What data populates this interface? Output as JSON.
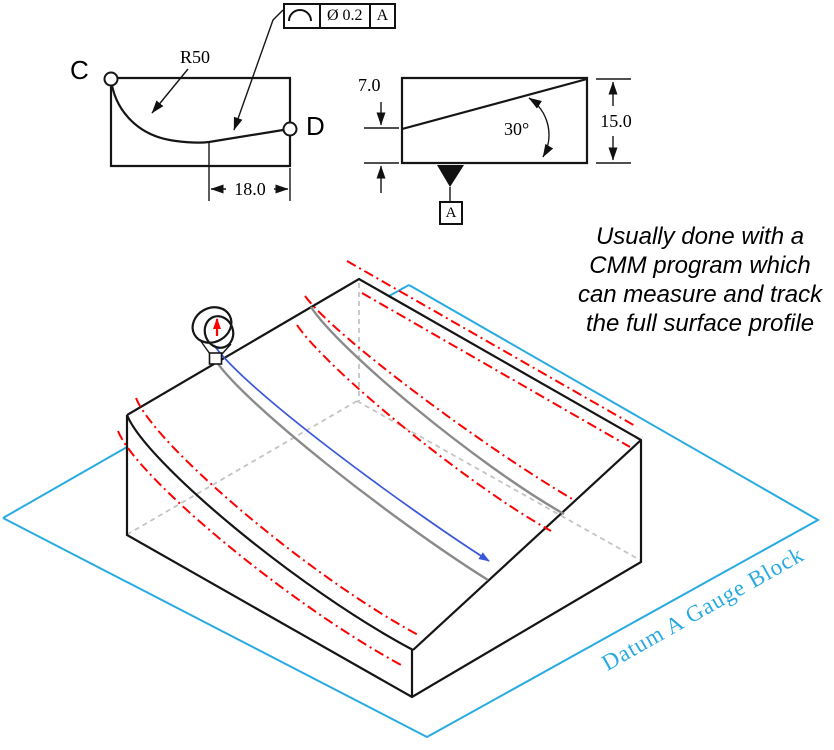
{
  "view_profile": {
    "label_c": "C",
    "label_d": "D",
    "radius_label": "R50",
    "width_dim": "18.0",
    "fcf_symbol": "profile-of-surface",
    "fcf_tolerance": "Ø 0.2",
    "fcf_datum": "A"
  },
  "view_side": {
    "offset_dim": "7.0",
    "angle_dim": "30°",
    "height_dim": "15.0",
    "datum_label": "A"
  },
  "annotation": {
    "lines": [
      "Usually done with a",
      "CMM program which",
      "can measure and track",
      "the full surface profile"
    ]
  },
  "isometric": {
    "gauge_block_label": "Datum A Gauge Block"
  },
  "colors": {
    "cyan": "#29ABE2",
    "red": "#FF0000",
    "blue": "#3A57D9",
    "gray": "#8A8A8A"
  }
}
